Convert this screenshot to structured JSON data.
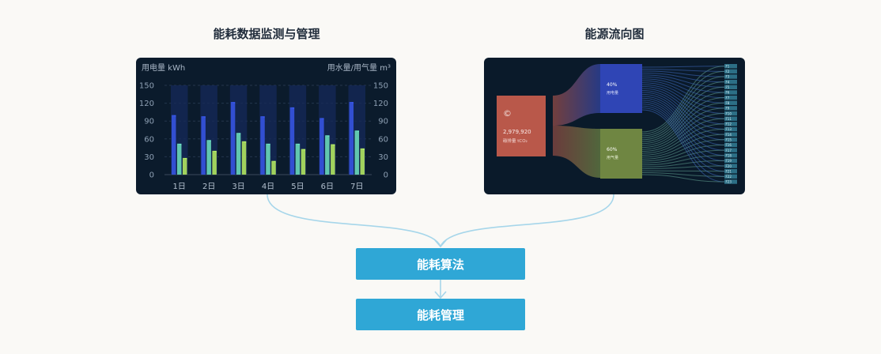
{
  "titles": {
    "left": "能耗数据监测与管理",
    "right": "能源流向图"
  },
  "steps": {
    "algorithm": "能耗算法",
    "management": "能耗管理"
  },
  "chart_data": {
    "type": "bar",
    "left_axis_label": "用电量 kWh",
    "right_axis_label": "用水量/用气量 m³",
    "categories": [
      "1日",
      "2日",
      "3日",
      "4日",
      "5日",
      "6日",
      "7日"
    ],
    "yticks": [
      0,
      30,
      60,
      90,
      120,
      150
    ],
    "ylim": [
      0,
      150
    ],
    "background_max": 150,
    "series": [
      {
        "values": [
          100,
          98,
          122,
          98,
          113,
          95,
          122
        ]
      },
      {
        "values": [
          52,
          58,
          70,
          52,
          52,
          66,
          74
        ]
      },
      {
        "values": [
          28,
          40,
          56,
          23,
          43,
          51,
          44
        ]
      }
    ],
    "colors": [
      "#3a5af0",
      "#6fe3c8",
      "#b8f06a"
    ]
  },
  "sankey": {
    "source_value": "2,979,920",
    "source_unit": "碳排量 tCO₂",
    "source_icon": "copyright-icon",
    "electric_pct": "40%",
    "electric_label": "用电量",
    "gas_pct": "60%",
    "gas_label": "用气量",
    "targets": [
      "F1",
      "F2",
      "F3",
      "F4",
      "F5",
      "F6",
      "F7",
      "F8",
      "F9",
      "F10",
      "F11",
      "F12",
      "F13",
      "F14",
      "F15",
      "F16",
      "F17",
      "F18",
      "F19",
      "F20",
      "F21",
      "F22",
      "F23"
    ],
    "colors": {
      "source": "#b9584a",
      "electric": "#2f45b5",
      "gas": "#6f8642",
      "target": "#2c6f86"
    }
  }
}
